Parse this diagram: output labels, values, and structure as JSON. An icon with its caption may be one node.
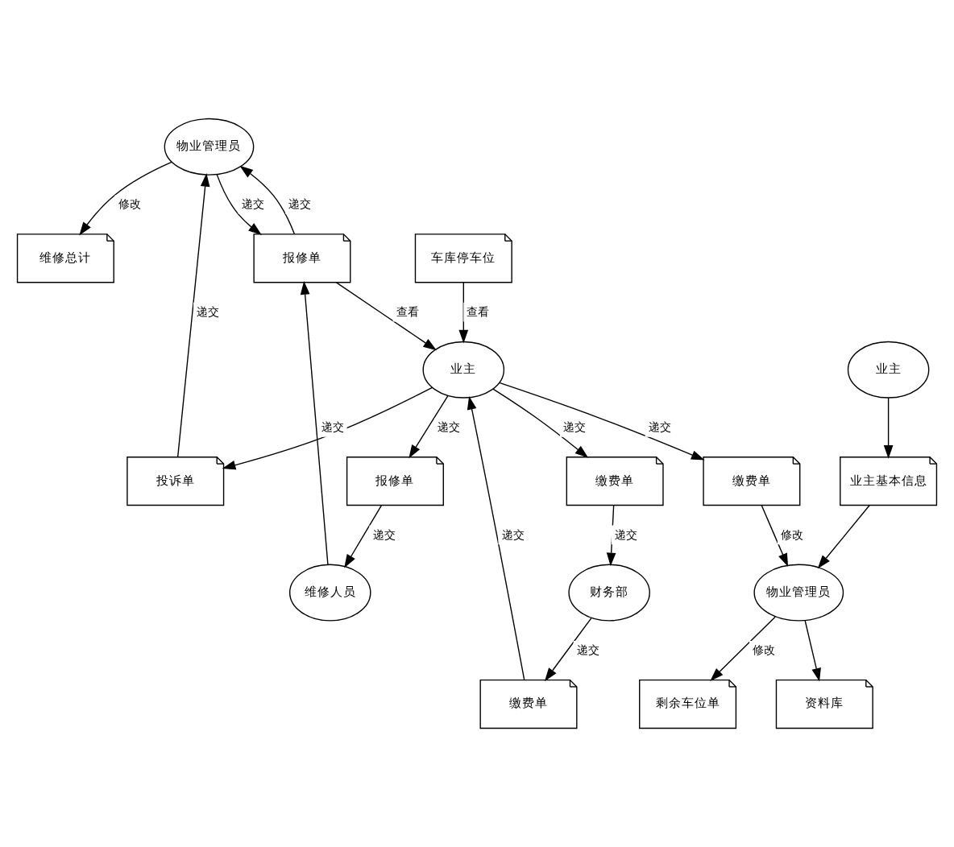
{
  "diagram": {
    "nodes": [
      {
        "text": [
          "维修总计"
        ]
      },
      {
        "text": [
          "车库停车位"
        ]
      },
      {
        "text": [
          "投诉单"
        ]
      },
      {
        "text": [
          "物业管理员"
        ]
      },
      {
        "text": [
          "报修单"
        ]
      },
      {
        "text": [
          "缴费单"
        ]
      },
      {
        "text": [
          "业主"
        ]
      },
      {
        "text": [
          "报修单"
        ]
      },
      {
        "text": [
          "维修人员"
        ]
      },
      {
        "text": [
          "财务部"
        ]
      },
      {
        "text": [
          "缴费单"
        ]
      },
      {
        "text": [
          "缴费单"
        ]
      },
      {
        "text": [
          "剩余车位单"
        ]
      },
      {
        "text": [
          "物业管理员"
        ]
      },
      {
        "text": [
          "资料库"
        ]
      },
      {
        "text": [
          "业主基本信息"
        ]
      },
      {
        "text": [
          "业主"
        ]
      }
    ],
    "edges": [
      {
        "from": 3,
        "to": 0,
        "arrow": "to",
        "label": "修改"
      },
      {
        "from": 1,
        "to": 6,
        "arrow": "to",
        "label": "查看"
      },
      {
        "from": 2,
        "to": 3,
        "arrow": "to",
        "label": "递交"
      },
      {
        "from": 3,
        "to": 4,
        "arrow": "to",
        "label": "递交"
      },
      {
        "from": 4,
        "to": 3,
        "arrow": "to",
        "label": "递交"
      },
      {
        "from": 6,
        "to": 2,
        "arrow": "to"
      },
      {
        "from": 5,
        "to": 6,
        "arrow": "to",
        "label": "递交"
      },
      {
        "from": 4,
        "to": 6,
        "arrow": "to",
        "label": "查看"
      },
      {
        "from": 6,
        "to": 7,
        "arrow": "to",
        "label": "递交"
      },
      {
        "from": 7,
        "to": 8,
        "arrow": "to",
        "label": "递交"
      },
      {
        "from": 8,
        "to": 4,
        "arrow": "to",
        "label": "递交"
      },
      {
        "from": 6,
        "to": 10,
        "arrow": "to",
        "label": "递交"
      },
      {
        "from": 6,
        "to": 11,
        "arrow": "to",
        "label": "递交"
      },
      {
        "from": 10,
        "to": 9,
        "arrow": "to",
        "label": "递交"
      },
      {
        "from": 9,
        "to": 5,
        "arrow": "to",
        "label": "递交"
      },
      {
        "from": 11,
        "to": 13,
        "arrow": "to",
        "label": "修改"
      },
      {
        "from": 13,
        "to": 12,
        "arrow": "to",
        "label": "修改"
      },
      {
        "from": 13,
        "to": 14,
        "arrow": "to"
      },
      {
        "from": 15,
        "to": 13,
        "arrow": "to"
      },
      {
        "from": 16,
        "to": 15,
        "arrow": "to"
      }
    ]
  }
}
